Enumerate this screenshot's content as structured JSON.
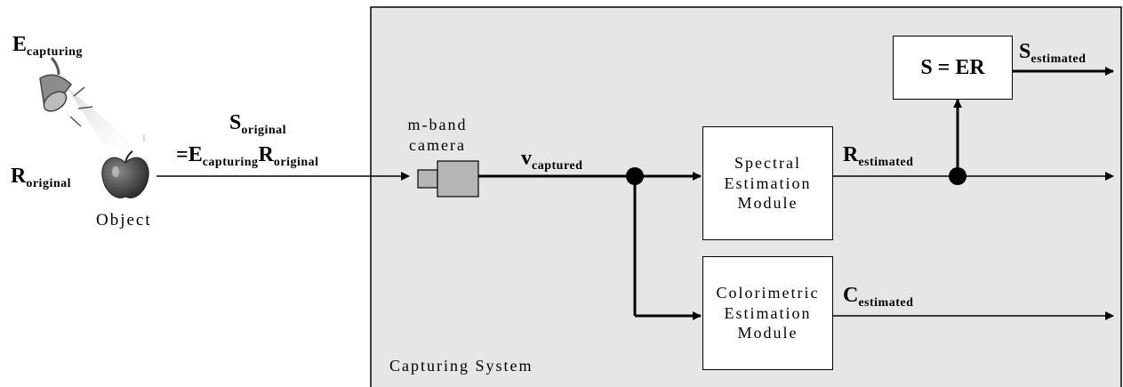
{
  "light_source": {
    "main": "E",
    "sub": "capturing"
  },
  "reflectance_original": {
    "main": "R",
    "sub": "original"
  },
  "object_label": "Object",
  "signal_line1": {
    "main": "S",
    "sub": "original"
  },
  "signal_line2": {
    "prefix": "=",
    "e_main": "E",
    "e_sub": "capturing",
    "r_main": "R",
    "r_sub": "original"
  },
  "camera": {
    "line1": "m-band",
    "line2": "camera"
  },
  "captured": {
    "main": "v",
    "sub": "captured"
  },
  "spectral_module": {
    "line1": "Spectral",
    "line2": "Estimation",
    "line3": "Module"
  },
  "colorimetric_module": {
    "line1": "Colorimetric",
    "line2": "Estimation",
    "line3": "Module"
  },
  "formula_box": "S = ER",
  "s_estimated": {
    "main": "S",
    "sub": "estimated"
  },
  "r_estimated": {
    "main": "R",
    "sub": "estimated"
  },
  "c_estimated": {
    "main": "C",
    "sub": "estimated"
  },
  "system_label": "Capturing System",
  "colors": {
    "system_fill": "#e6e6e6",
    "camera_fill": "#b5b5b5",
    "line": "#000000"
  }
}
